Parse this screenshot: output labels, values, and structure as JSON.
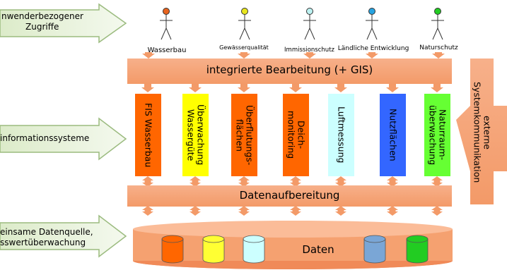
{
  "left_labels": {
    "top_line1": "nwenderbezogener",
    "top_line2": "Zugriffe",
    "middle": "informationssysteme",
    "bottom_line1": "einsame Datenquelle,",
    "bottom_line2": "sswertüberwachung"
  },
  "actors": [
    {
      "label": "Wasserbau",
      "color": "#e8641e"
    },
    {
      "label": "Gewässerqualität",
      "color": "#e8e61e"
    },
    {
      "label": "Immissionschutz",
      "color": "#bdf2f2"
    },
    {
      "label": "Ländliche Entwicklung",
      "color": "#27a3e0"
    },
    {
      "label": "Naturschutz",
      "color": "#22cc22"
    }
  ],
  "integration_bar": "integrierte Bearbeitung (+ GIS)",
  "systems": [
    {
      "label": "FIS Wasserbau",
      "color": "#ff6600"
    },
    {
      "label": "Überwachung\nWassergüte",
      "color": "#ffff00"
    },
    {
      "label": "Überflutungs-\nflächen",
      "color": "#ff6600"
    },
    {
      "label": "Deich-\nmonitoring",
      "color": "#ff6600"
    },
    {
      "label": "Luftmessung",
      "color": "#ccffff"
    },
    {
      "label": "Nutzflächen",
      "color": "#3366ff"
    },
    {
      "label": "Naturraum-\nüberwachung",
      "color": "#66ff33"
    }
  ],
  "processing_bar": "Datenaufbereitung",
  "external_line1": "externe",
  "external_line2": "Systemkommunikation",
  "data_label": "Daten",
  "db_colors": [
    "#ff6600",
    "#ffff33",
    "#ccffff",
    "#7aa6d6",
    "#22cc22"
  ],
  "colors": {
    "salmon": "#f9a677",
    "salmon_dark": "#f08050",
    "green_arrow": "#e6f2d8",
    "green_stroke": "#9bbb7f"
  }
}
